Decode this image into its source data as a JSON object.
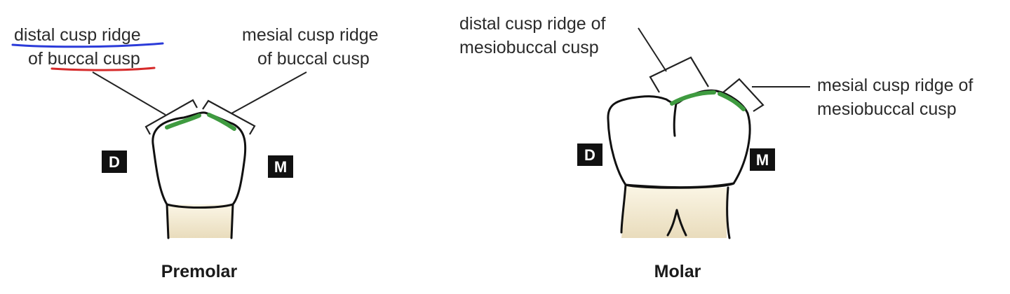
{
  "premolar": {
    "caption": "Premolar",
    "label_left": {
      "line1": "distal cusp ridge",
      "line2": "of buccal cusp"
    },
    "label_right": {
      "line1": "mesial cusp ridge",
      "line2": "of buccal cusp"
    },
    "badge_left": "D",
    "badge_right": "M"
  },
  "molar": {
    "caption": "Molar",
    "label_top": {
      "line1": "distal cusp ridge of",
      "line2": "mesiobuccal cusp"
    },
    "label_right": {
      "line1": "mesial cusp ridge of",
      "line2": "mesiobuccal cusp"
    },
    "badge_left": "D",
    "badge_right": "M"
  },
  "colors": {
    "crown": "#f8f4dc",
    "root": "#eee2c4",
    "ridge": "#3f9b40",
    "badge": "#111111",
    "underline_blue": "#2b3bd9",
    "underline_red": "#d62a2a"
  }
}
